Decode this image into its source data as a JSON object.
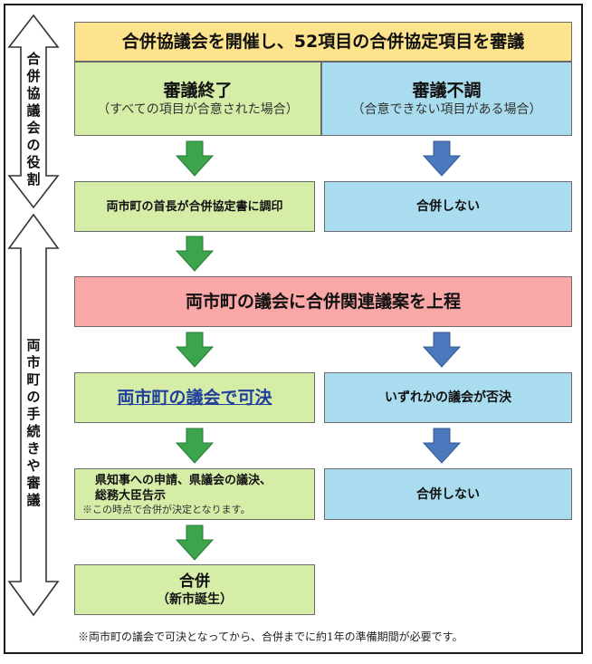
{
  "side_labels": {
    "top": "合併協議会の役割",
    "bottom": "両市町の手続きや審議"
  },
  "header": {
    "title": "合併協議会を開催し、52項目の合併協定項目を審議"
  },
  "left_column": {
    "concluded_title": "審議終了",
    "concluded_note": "（すべての項目が合意された場合）",
    "sign": "両市町の首長が合併協定書に調印",
    "approved": "両市町の議会で可決",
    "prefecture_line1": "県知事への申請、県議会の議決、",
    "prefecture_line2": "総務大臣告示",
    "prefecture_note": "※この時点で合併が決定となります。",
    "merger_title": "合併",
    "merger_sub": "（新市誕生）"
  },
  "center": {
    "submission": "両市町の議会に合併関連議案を上程"
  },
  "right_column": {
    "failed_title": "審議不調",
    "failed_note": "（合意できない項目がある場合）",
    "no_merger_1": "合併しない",
    "rejected": "いずれかの議会が否決",
    "no_merger_2": "合併しない"
  },
  "footnote": "※両市町の議会で可決となってから、合併までに約1年の準備期間が必要です。",
  "colors": {
    "header_fill": "#fde38c",
    "green_fill": "#d6eda8",
    "blue_fill": "#a9dcee",
    "pink_fill": "#f9a8a7",
    "green_arrow": "#3aa54a",
    "blue_arrow": "#4b79bd"
  },
  "icons": {
    "green_arrow": "down-arrow-icon",
    "blue_arrow": "down-arrow-icon",
    "side_arrow": "double-headed-vertical-arrow-icon"
  }
}
